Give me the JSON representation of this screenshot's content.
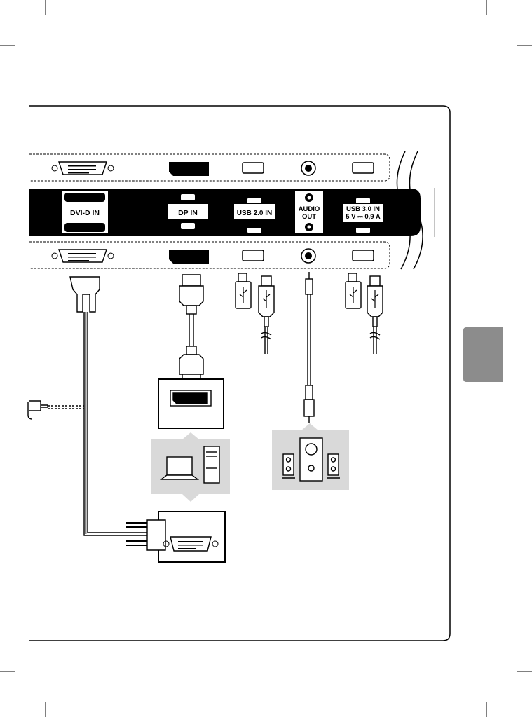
{
  "ports": {
    "dvi": "DVI-D IN",
    "dp": "DP IN",
    "usb2": "USB 2.0 IN",
    "audio_line1": "AUDIO",
    "audio_line2": "OUT",
    "usb3_line1": "USB 3.0 IN",
    "usb3_line2": "5 V ⎓ 0,9 A"
  },
  "colors": {
    "panel": "#000000",
    "accent_gray": "#8c8c8c",
    "device_box": "#d9d9d9"
  },
  "icons": [
    "usb-symbol-icon",
    "laptop-icon",
    "desktop-tower-icon",
    "speaker-system-icon",
    "cable-break-icon"
  ]
}
